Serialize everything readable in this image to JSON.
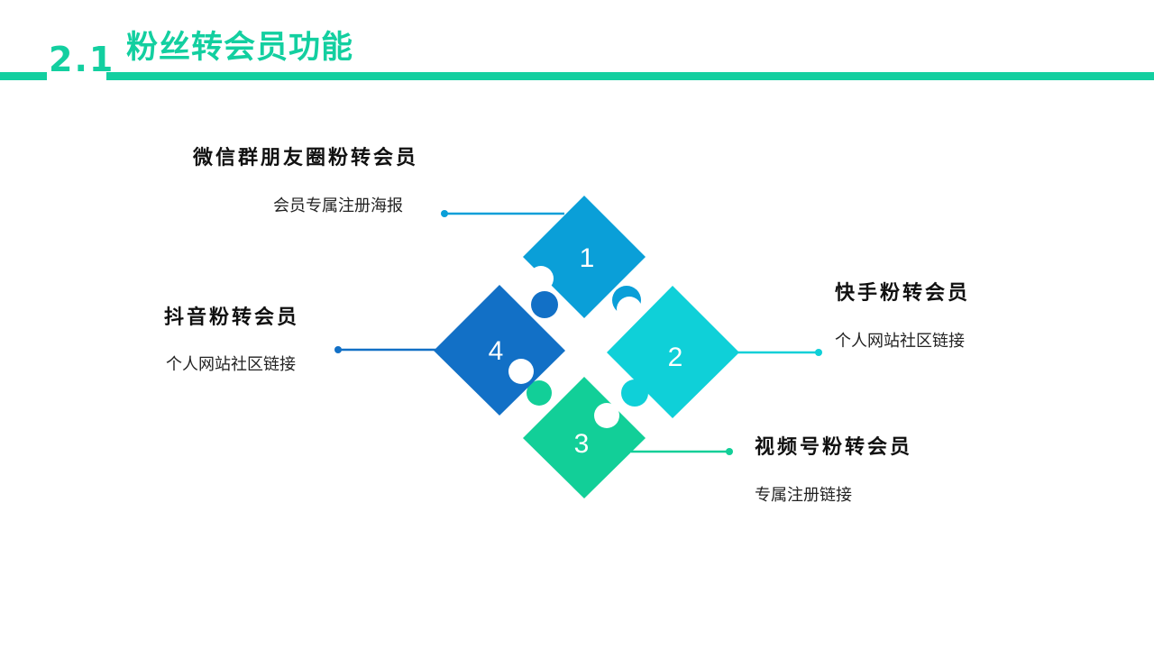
{
  "header": {
    "section_number": "2.1",
    "title": "粉丝转会员功能"
  },
  "colors": {
    "accent": "#13cfa0",
    "piece1": "#0a9fd8",
    "piece2": "#0fd0d8",
    "piece3": "#12cf98",
    "piece4": "#1270c6"
  },
  "pieces": [
    {
      "number": "1",
      "title": "微信群朋友圈粉转会员",
      "desc": "会员专属注册海报"
    },
    {
      "number": "2",
      "title": "快手粉转会员",
      "desc": "个人网站社区链接"
    },
    {
      "number": "3",
      "title": "视频号粉转会员",
      "desc": "专属注册链接"
    },
    {
      "number": "4",
      "title": "抖音粉转会员",
      "desc": "个人网站社区链接"
    }
  ]
}
